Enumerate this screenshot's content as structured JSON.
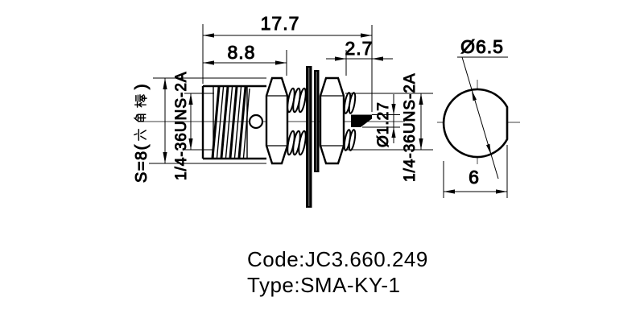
{
  "side_view": {
    "overall_length": "17.7",
    "front_length": "8.8",
    "rear_length": "2.7",
    "hex_across_flats_full": "S=8(六角棒)",
    "hex_prefix": "S=8(",
    "hex_cjk": "六角棒",
    "hex_suffix": ")",
    "front_thread": "1/4-36UNS-2A",
    "rear_thread": "1/4-36UNS-2A",
    "pin_diameter": "Ø1.27"
  },
  "end_view": {
    "outer_diameter": "Ø6.5",
    "across_flat": "6"
  },
  "title_block": {
    "code": "Code:JC3.660.249",
    "type": "Type:SMA-KY-1"
  },
  "colors": {
    "line": "#000000",
    "background": "#ffffff"
  }
}
